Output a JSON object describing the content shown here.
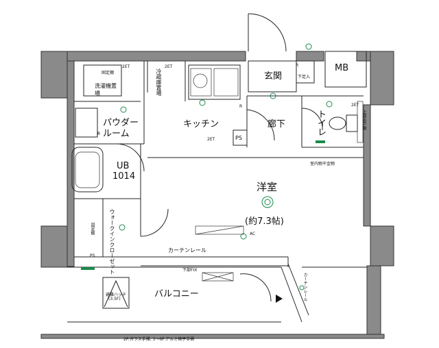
{
  "rooms": {
    "genkan": "玄関",
    "mb": "MB",
    "kitchen": "キッチン",
    "rouka": "廊下",
    "toilet": "トイレ",
    "powder": "パウダールーム",
    "ub": "UB",
    "ub_size": "1014",
    "youshitsu": "洋室",
    "youshitsu_size": "(約7.3帖)",
    "balcony": "バルコニー",
    "walkin": "ウォークインクローゼット"
  },
  "labels": {
    "sentakuki": "洗濯機置場",
    "reizouko": "冷蔵庫置場",
    "shimpaki": "下足入",
    "jouhou_tana": "上部吊戸棚",
    "shitsunai": "室内物干金物",
    "curtain_top": "カーテンレール",
    "curtain_side": "カーテンレール",
    "shita_fix": "下部FIX",
    "kotei_dana": "固定棚",
    "kotei_dana2": "固定棚",
    "ps1": "PS",
    "ps2": "PS",
    "r1": "R",
    "r2": "R",
    "r3": "R",
    "hinan": "避難ハッチ",
    "hinan_size": "(3.5F)",
    "note": "2F:ガラス手摺, 3～6F:アルミ格子手摺",
    "ac": "AC",
    "et1": "2ET",
    "et2": "2ET",
    "et3": "2ET",
    "et4": "2ET"
  },
  "colors": {
    "wall": "#8a8a8a",
    "fixture_green": "#1a8a4a",
    "line": "#222222"
  }
}
